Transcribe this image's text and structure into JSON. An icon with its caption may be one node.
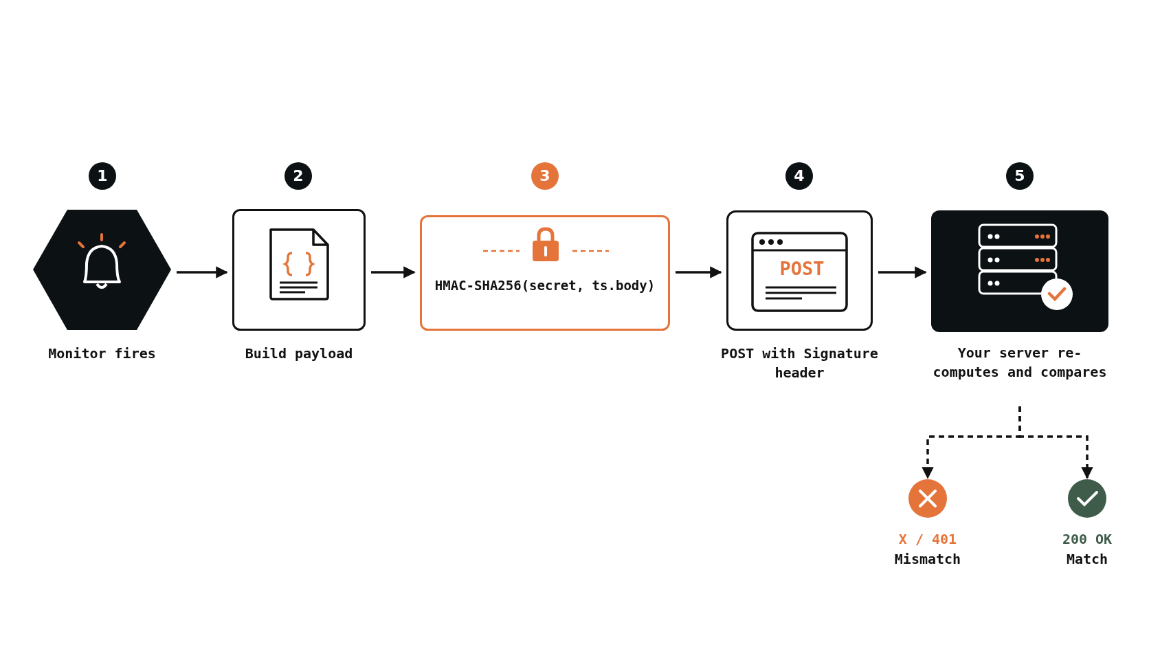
{
  "diagram": {
    "nodes": [
      {
        "text": [
          "Monitor fires"
        ],
        "beside": [
          "1"
        ]
      },
      {
        "text": [
          "Build payload"
        ],
        "beside": [
          "2"
        ]
      },
      {
        "text": [
          "HMAC-SHA256(secret, ts.body)"
        ],
        "beside": [
          "3"
        ]
      },
      {
        "text": [
          "POST",
          "POST with Signature header"
        ],
        "beside": [
          "4"
        ]
      },
      {
        "text": [
          "Your server re-computes and compares"
        ],
        "beside": [
          "5"
        ]
      },
      {
        "text": [
          "X / 401",
          "Mismatch"
        ]
      },
      {
        "text": [
          "200 OK",
          "Match"
        ]
      }
    ],
    "edges": [
      {
        "from": 0,
        "to": 1,
        "arrow": "to"
      },
      {
        "from": 1,
        "to": 2,
        "arrow": "to"
      },
      {
        "from": 2,
        "to": 3,
        "arrow": "to"
      },
      {
        "from": 3,
        "to": 4,
        "arrow": "to"
      },
      {
        "from": 4,
        "to": 5,
        "arrow": "to",
        "style": "dashed"
      },
      {
        "from": 4,
        "to": 6,
        "arrow": "to",
        "style": "dashed"
      }
    ]
  }
}
